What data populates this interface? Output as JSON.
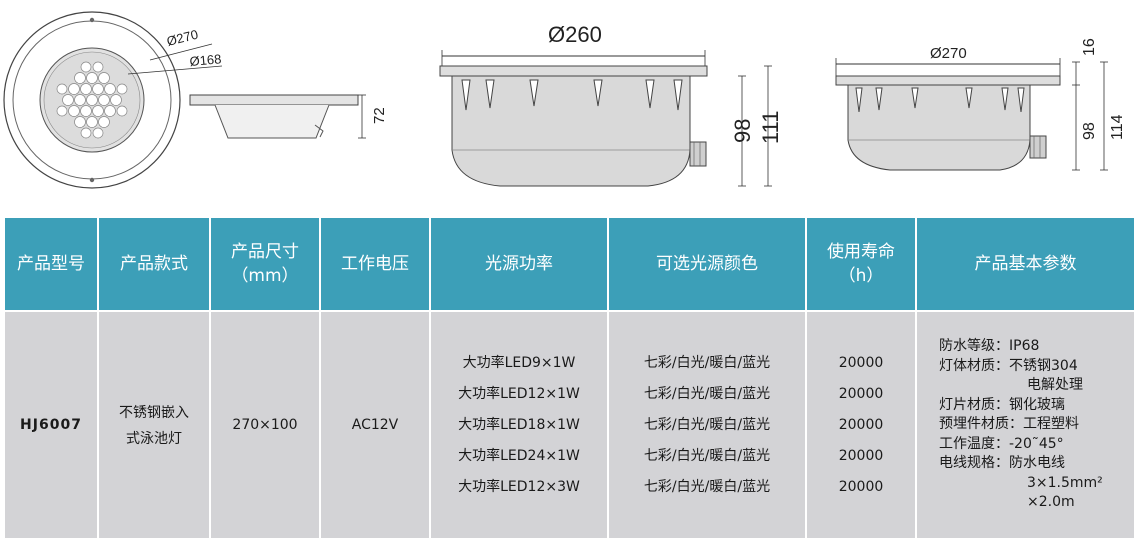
{
  "drawings": {
    "top_view": {
      "outer_dim": "Ø270",
      "inner_dim": "Ø168"
    },
    "side_view_small": {
      "height_dim": "72"
    },
    "section_view_1": {
      "diameter_dim": "Ø260",
      "body_height_dim": "98",
      "total_height_dim": "111"
    },
    "section_view_2": {
      "diameter_dim": "Ø270",
      "flange_dim": "16",
      "body_height_dim": "98",
      "total_height_dim": "114"
    }
  },
  "table": {
    "headers": {
      "model": "产品型号",
      "style": "产品款式",
      "size": "产品尺寸",
      "size_unit": "（mm）",
      "voltage": "工作电压",
      "power": "光源功率",
      "colors": "可选光源颜色",
      "life": "使用寿命",
      "life_unit": "（h）",
      "params": "产品基本参数"
    },
    "row": {
      "model": "HJ6007",
      "style_line1": "不锈钢嵌入",
      "style_line2": "式泳池灯",
      "size": "270×100",
      "voltage": "AC12V",
      "power": [
        "大功率LED9×1W",
        "大功率LED12×1W",
        "大功率LED18×1W",
        "大功率LED24×1W",
        "大功率LED12×3W"
      ],
      "colors": [
        "七彩/白光/暖白/蓝光",
        "七彩/白光/暖白/蓝光",
        "七彩/白光/暖白/蓝光",
        "七彩/白光/暖白/蓝光",
        "七彩/白光/暖白/蓝光"
      ],
      "life": [
        "20000",
        "20000",
        "20000",
        "20000",
        "20000"
      ],
      "params": {
        "waterproof_label": "防水等级：",
        "waterproof_value": "IP68",
        "body_label": "灯体材质：",
        "body_value": "不锈钢304",
        "body_value2": "电解处理",
        "glass_label": "灯片材质：",
        "glass_value": "钢化玻璃",
        "embed_label": "预埋件材质：",
        "embed_value": "工程塑料",
        "temp_label": "工作温度：",
        "temp_value": "-20˜45°",
        "cable_label": "电线规格：",
        "cable_value": "防水电线",
        "cable_value2": "3×1.5mm²",
        "cable_value3": "×2.0m"
      }
    }
  },
  "colors": {
    "header_bg": "#3c9fb8",
    "cell_bg": "#d3d3d6",
    "drawing_fill": "#d9d9d9"
  }
}
